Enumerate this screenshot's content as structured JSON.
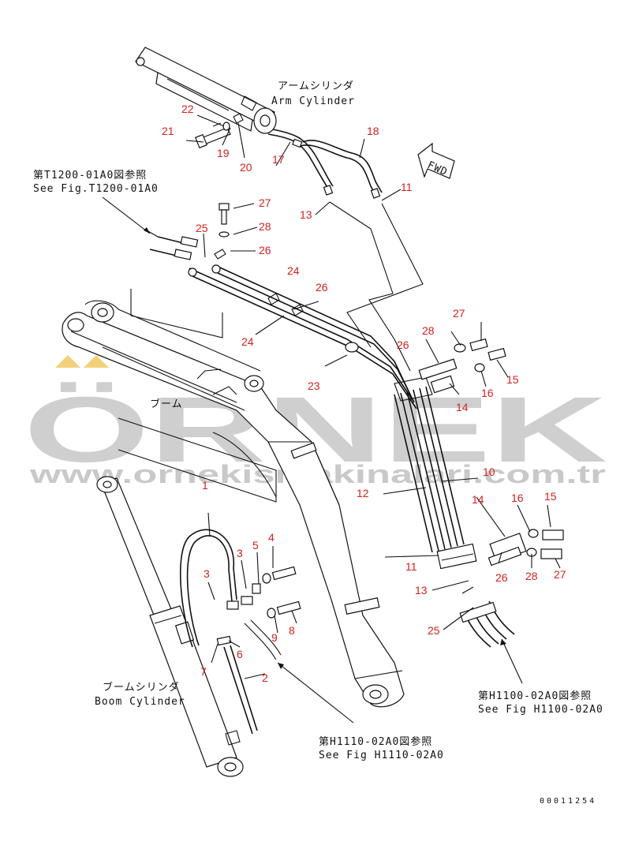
{
  "labels": {
    "arm_cylinder_jp": "アームシリンダ",
    "arm_cylinder_en": "Arm Cylinder",
    "see_t1200_jp": "第T1200-01A0図参照",
    "see_t1200_en": "See Fig.T1200-01A0",
    "boom_cylinder_jp": "ブームシリンダ",
    "boom_cylinder_en": "Boom Cylinder",
    "see_h1110_jp": "第H1110-02A0図参照",
    "see_h1110_en": "See Fig H1110-02A0",
    "see_h1100_jp": "第H1100-02A0図参照",
    "see_h1100_en": "See Fig H1100-02A0",
    "boom_small_jp": "ブーム",
    "fwd": "FWD",
    "drawing_code": "00011254"
  },
  "watermark": {
    "brand": "ÖRNEK",
    "url": "www.ornekismakinalari.com.tr",
    "color": "#cfcfcf"
  },
  "part_numbers": {
    "p1": "1",
    "p2": "2",
    "p3": "3",
    "p4": "4",
    "p5": "5",
    "p6": "6",
    "p7": "7",
    "p8": "8",
    "p9": "9",
    "p10": "10",
    "p11a": "11",
    "p11b": "11",
    "p12": "12",
    "p13a": "13",
    "p13b": "13",
    "p14a": "14",
    "p14b": "14",
    "p15a": "15",
    "p15b": "15",
    "p16a": "16",
    "p16b": "16",
    "p17": "17",
    "p18": "18",
    "p19": "19",
    "p20": "20",
    "p21": "21",
    "p22": "22",
    "p23": "23",
    "p24a": "24",
    "p24b": "24",
    "p25a": "25",
    "p25b": "25",
    "p26a": "26",
    "p26b": "26",
    "p26c": "26",
    "p26d": "26",
    "p27a": "27",
    "p27b": "27",
    "p27c": "27",
    "p28a": "28",
    "p28b": "28",
    "p28c": "28"
  },
  "colors": {
    "callout": "#d42020",
    "line": "#111111"
  }
}
